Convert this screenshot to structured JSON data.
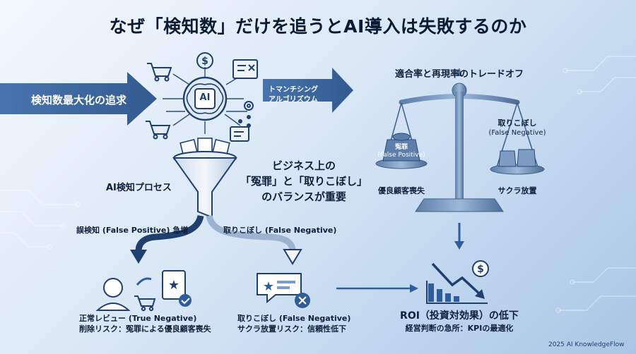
{
  "title": "なぜ「検知数」だけを追うとAI導入は失敗するのか",
  "left_arrow_label": "検知数最大化の追求",
  "ai_chip_label": "AI",
  "algo_arrow_label": [
    "トマンチシング",
    "アルゴリズウム"
  ],
  "process_label": "AI検知プロセス",
  "center_text": [
    "ビジネス上の",
    "「冤罪」と「取りこぼし」",
    "のバランスが重要"
  ],
  "scale": {
    "title": "適合率と再現率のトレードオフ",
    "left_weight": [
      "冤罪",
      "(False Positive)"
    ],
    "left_caption": "優良顧客喪失",
    "right_label": [
      "取りこぼし",
      "(False Negative)"
    ],
    "right_caption": "サクラ放置"
  },
  "branch_left_label": "誤検知 (False Positive) 急増",
  "branch_right_label": "取りこぼし (False Negative)",
  "outcome_left": [
    "正常レビュー (True Negative)",
    "削除リスク：冤罪による優良顧客喪失"
  ],
  "outcome_mid": [
    "取りこぼし (False Negative)",
    "サクラ放置リスク：信頼性低下"
  ],
  "outcome_right": [
    "ROI（投資対効果）の低下",
    "経営判断の急所：KPIの最適化"
  ],
  "footer": "2025 AI KnowledgeFlow",
  "colors": {
    "navy": "#1f3f6e",
    "arrow_blue": "#2d5d9a",
    "text_dark": "#0e1f3a"
  }
}
